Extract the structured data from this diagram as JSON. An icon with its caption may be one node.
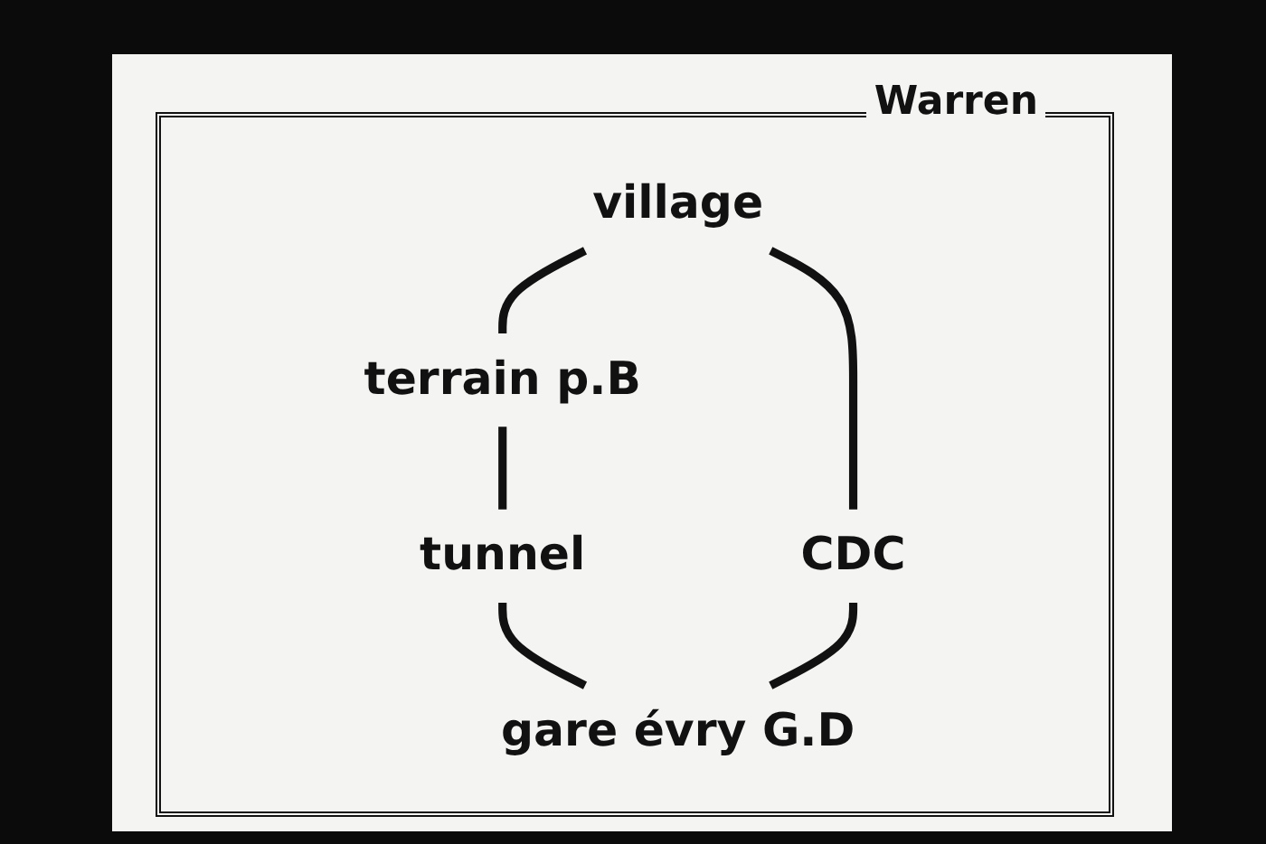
{
  "diagram": {
    "nodes": [
      {
        "text": [
          "village"
        ]
      },
      {
        "text": [
          "terrain p.B"
        ]
      },
      {
        "text": [
          "tunnel"
        ]
      },
      {
        "text": [
          "gare évry G.D"
        ]
      },
      {
        "text": [
          "CDC"
        ]
      }
    ],
    "edges": [
      {
        "from": 0,
        "to": 1,
        "arrow": "none"
      },
      {
        "from": 1,
        "to": 2,
        "arrow": "none"
      },
      {
        "from": 2,
        "to": 3,
        "arrow": "none"
      },
      {
        "from": 0,
        "to": 4,
        "arrow": "none"
      },
      {
        "from": 4,
        "to": 3,
        "arrow": "none"
      }
    ],
    "labels": [
      "Warren"
    ]
  }
}
